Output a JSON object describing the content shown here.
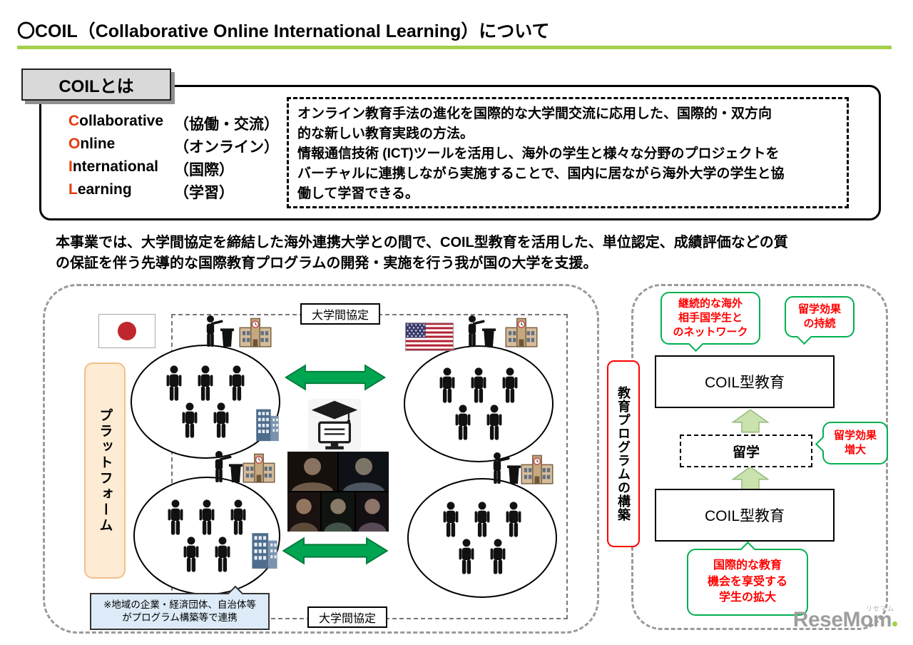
{
  "header": {
    "title": "〇COIL（Collaborative Online International Learning）について"
  },
  "coil_box": {
    "label": "COILとは",
    "acronym": [
      {
        "initial": "C",
        "rest": "ollaborative",
        "meaning": "（協働・交流）"
      },
      {
        "initial": "O",
        "rest": "nline",
        "meaning": "（オンライン）"
      },
      {
        "initial": "I",
        "rest": "nternational",
        "meaning": "（国際）"
      },
      {
        "initial": "L",
        "rest": "earning",
        "meaning": "（学習）"
      }
    ],
    "description": "オンライン教育手法の進化を国際的な大学間交流に応用した、国際的・双方向\n的な新しい教育実践の方法。\n情報通信技術 (ICT)ツールを活用し、海外の学生と様々な分野のプロジェクトを\nバーチャルに連携しながら実施することで、国内に居ながら海外大学の学生と協\n働して学習できる。"
  },
  "intro": {
    "text": "本事業では、大学間協定を締結した海外連携大学との間で、COIL型教育を活用した、単位認定、成績評価などの質\nの保証を伴う先導的な国際教育プログラムの開発・実施を行う我が国の大学を支援。"
  },
  "platform_diagram": {
    "agreement_label_top": "大学間協定",
    "agreement_label_bottom": "大学間協定",
    "platform_label": "プラットフォーム",
    "partner_note": "※地域の企業・経済団体、自治体等\nがプログラム構築等で連携"
  },
  "program_diagram": {
    "vertical_label": "教育プログラムの構築",
    "coil_top": "COIL型教育",
    "study_abroad": "留学",
    "coil_bottom": "COIL型教育",
    "bubbles": {
      "network": "継続的な海外\n相手国学生と\nのネットワーク",
      "persist": "留学効果\nの持続",
      "increase": "留学効果\n増大",
      "expand": "国際的な教育\n機会を享受する\n学生の拡大"
    }
  },
  "footer": {
    "logo_text": "ReseMom",
    "logo_ruby": "リセマム"
  },
  "icons": {
    "japan_flag": "jp-flag",
    "us_flag": "us-flag",
    "person": "person-pictogram",
    "teacher": "teacher-at-podium",
    "school": "school-building",
    "company": "office-building",
    "elearning": "graduation-cap-monitor",
    "video_call": "video-conference-grid",
    "exchange_arrow": "green-double-arrow",
    "up_arrow": "light-green-up-arrow"
  },
  "colors": {
    "accent_green": "#a3cf4a",
    "initial_red": "#e8380d",
    "arrow_green": "#00a551",
    "arrow_green_dark": "#007a3b",
    "bubble_green": "#00b050",
    "bubble_red": "#ff0000",
    "platform_fill": "#fdebd3",
    "platform_border": "#f2c089",
    "program_red": "#ff0000",
    "note_fill": "#dcebf7",
    "block_arrow_fill": "#c9e2ae",
    "block_arrow_border": "#8fb573"
  }
}
